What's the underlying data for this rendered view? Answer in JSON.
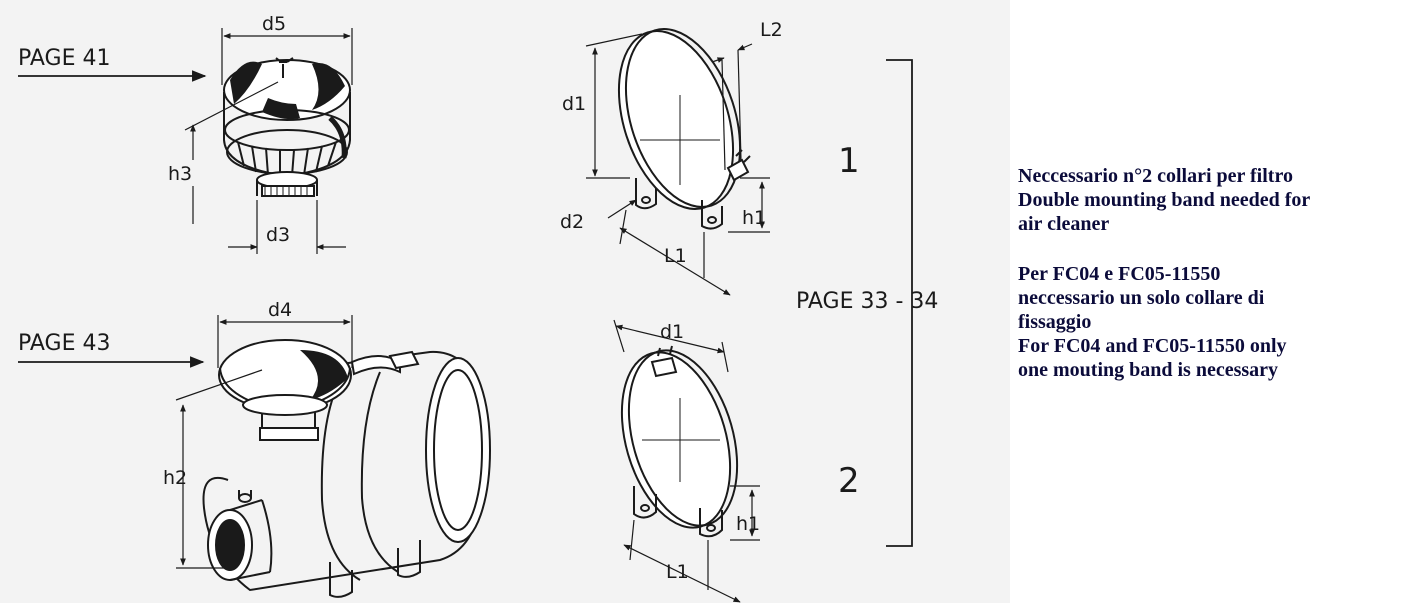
{
  "references": {
    "page_41": "PAGE 41",
    "page_43": "PAGE 43",
    "page_33_34": "PAGE 33 - 34"
  },
  "dimensions": {
    "d5": "d5",
    "d3": "d3",
    "h3": "h3",
    "d4": "d4",
    "h2": "h2",
    "band1_d1": "d1",
    "band1_d2": "d2",
    "band1_L1": "L1",
    "band1_L2": "L2",
    "band1_h1": "h1",
    "band2_d1": "d1",
    "band2_L1": "L1",
    "band2_h1": "h1"
  },
  "options": {
    "option_1": "1",
    "option_2": "2"
  },
  "notes": {
    "note_1": [
      "Neccessario n°2 collari per filtro",
      "Double mounting band needed for",
      "air cleaner"
    ],
    "note_2": [
      "Per FC04 e FC05-11550",
      "neccessario un solo collare di",
      "fissaggio",
      "For FC04 and FC05-11550 only",
      "one mouting band is necessary"
    ]
  },
  "colors": {
    "line": "#1a1a1a",
    "background": "#f3f3f3",
    "note_text": "#0b0b3a"
  }
}
